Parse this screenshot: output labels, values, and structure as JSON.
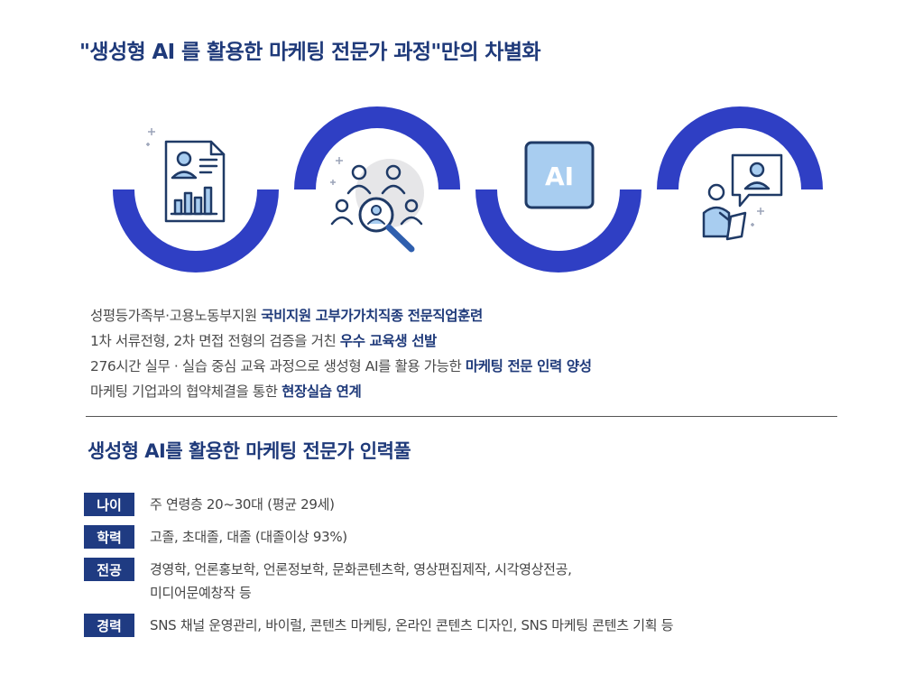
{
  "title": "\"생성형 AI 를 활용한 마케팅 전문가 과정\"만의 차별화",
  "icons": [
    {
      "name": "resume-chart-icon"
    },
    {
      "name": "people-search-icon"
    },
    {
      "name": "ai-chip-icon",
      "label": "AI"
    },
    {
      "name": "presenter-icon"
    }
  ],
  "colors": {
    "accent": "#2f3fc4",
    "navy": "#1f3a7a",
    "tag_bg": "#1f3b82",
    "icon_fill": "#a8cdf0"
  },
  "intro": [
    {
      "plain": "성평등가족부·고용노동부지원 ",
      "bold": "국비지원 고부가가치직종 전문직업훈련"
    },
    {
      "plain": "1차 서류전형, 2차 면접 전형의 검증을 거친 ",
      "bold": "우수 교육생 선발"
    },
    {
      "plain": "276시간 실무 · 실습 중심 교육 과정으로 생성형 AI를 활용 가능한 ",
      "bold": "마케팅 전문 인력 양성"
    },
    {
      "plain": "마케팅 기업과의 협약체결을 통한 ",
      "bold": "현장실습 연계"
    }
  ],
  "subtitle": "생성형 AI를 활용한 마케팅 전문가 인력풀",
  "pool": [
    {
      "tag": "나이",
      "value": "주 연령층 20~30대 (평균 29세)",
      "value2": ""
    },
    {
      "tag": "학력",
      "value": "고졸, 초대졸, 대졸 (대졸이상 93%)",
      "value2": ""
    },
    {
      "tag": "전공",
      "value": "경영학, 언론홍보학, 언론정보학, 문화콘텐츠학, 영상편집제작, 시각영상전공,",
      "value2": "미디어문예창작 등"
    },
    {
      "tag": "경력",
      "value": "SNS 채널 운영관리, 바이럴, 콘텐츠 마케팅, 온라인 콘텐츠 디자인,  SNS 마케팅 콘텐츠 기획 등",
      "value2": ""
    }
  ]
}
